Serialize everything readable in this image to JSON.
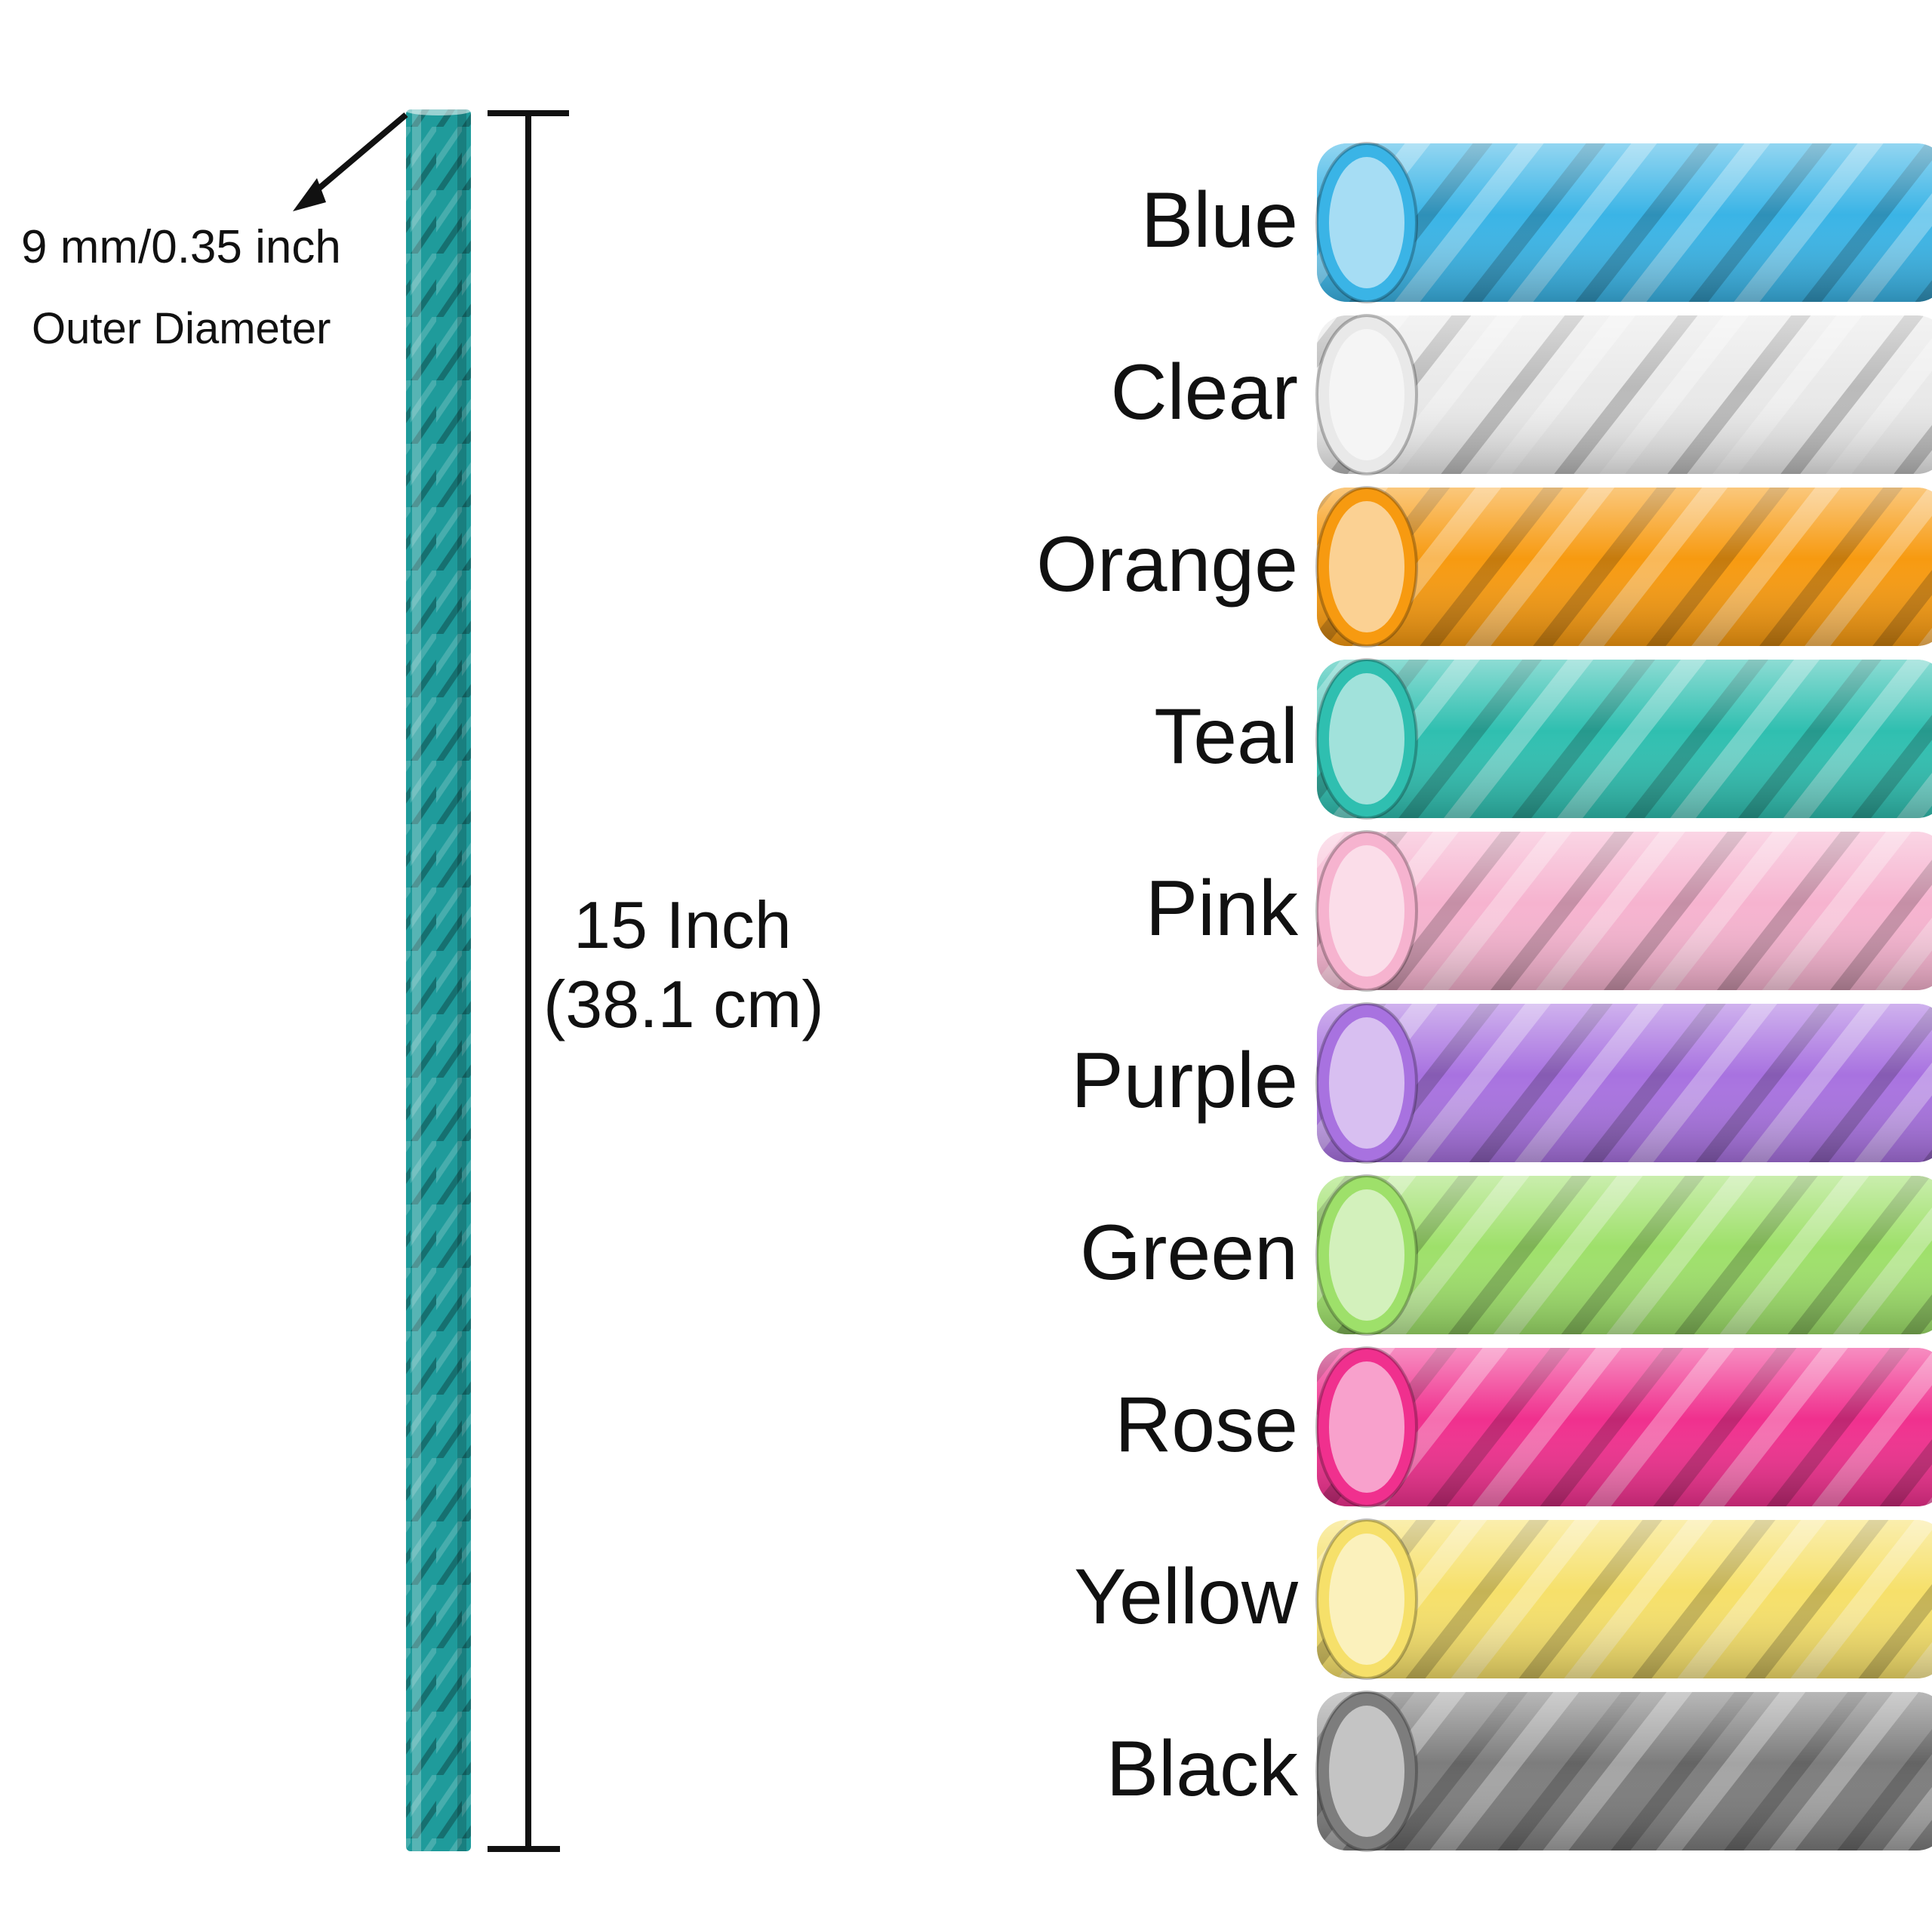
{
  "diameter": {
    "size_text": "9 mm/0.35 inch",
    "label": "Outer Diameter"
  },
  "length": {
    "line1": "15 Inch",
    "line2": "(38.1 cm)"
  },
  "sample_straw_color": "#1f9b9b",
  "colors": [
    {
      "name": "Blue",
      "hex": "#3ab4e6"
    },
    {
      "name": "Clear",
      "hex": "#e9e9e9"
    },
    {
      "name": "Orange",
      "hex": "#f79a10"
    },
    {
      "name": "Teal",
      "hex": "#2fbfb0"
    },
    {
      "name": "Pink",
      "hex": "#f6b3cf"
    },
    {
      "name": "Purple",
      "hex": "#a872e0"
    },
    {
      "name": "Green",
      "hex": "#9ee06a"
    },
    {
      "name": "Rose",
      "hex": "#f0308e"
    },
    {
      "name": "Yellow",
      "hex": "#f6e06a"
    },
    {
      "name": "Black",
      "hex": "#7d7d7d"
    }
  ]
}
